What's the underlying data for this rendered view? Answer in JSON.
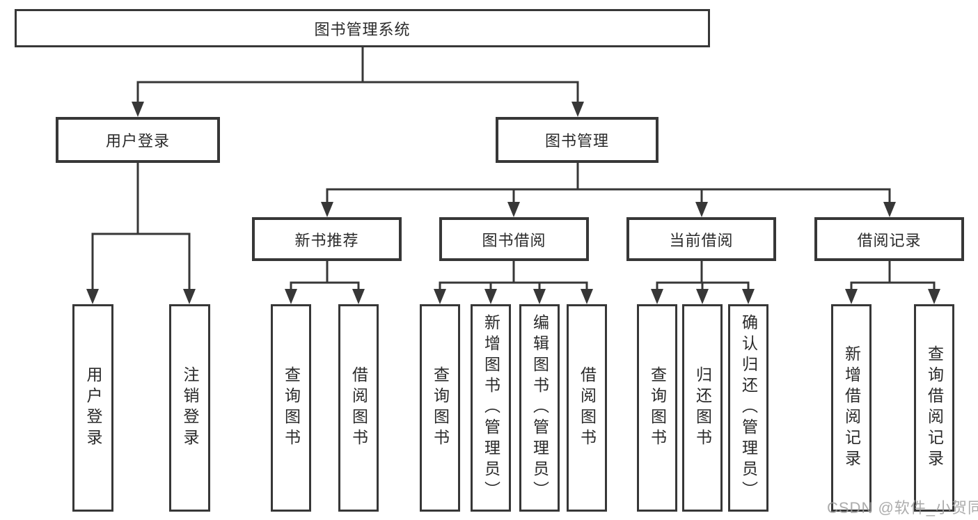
{
  "diagram": {
    "root": {
      "label": "图书管理系统"
    },
    "branches": [
      {
        "label": "用户登录",
        "children": [
          {
            "label": "用户登录"
          },
          {
            "label": "注销登录"
          }
        ]
      },
      {
        "label": "图书管理",
        "children": [
          {
            "label": "新书推荐",
            "children": [
              {
                "label": "查询图书"
              },
              {
                "label": "借阅图书"
              }
            ]
          },
          {
            "label": "图书借阅",
            "children": [
              {
                "label": "查询图书"
              },
              {
                "label": "新增图书（管理员）"
              },
              {
                "label": "编辑图书（管理员）"
              },
              {
                "label": "借阅图书"
              }
            ]
          },
          {
            "label": "当前借阅",
            "children": [
              {
                "label": "查询图书"
              },
              {
                "label": "归还图书"
              },
              {
                "label": "确认归还（管理员）"
              }
            ]
          },
          {
            "label": "借阅记录",
            "children": [
              {
                "label": "新增借阅记录"
              },
              {
                "label": "查询借阅记录"
              }
            ]
          }
        ]
      }
    ],
    "watermark": "CSDN @软件_小贺同学",
    "colors": {
      "line": "#373737",
      "text": "#2a2a2a",
      "watermark": "#9e9e9e",
      "background": "#ffffff"
    }
  }
}
